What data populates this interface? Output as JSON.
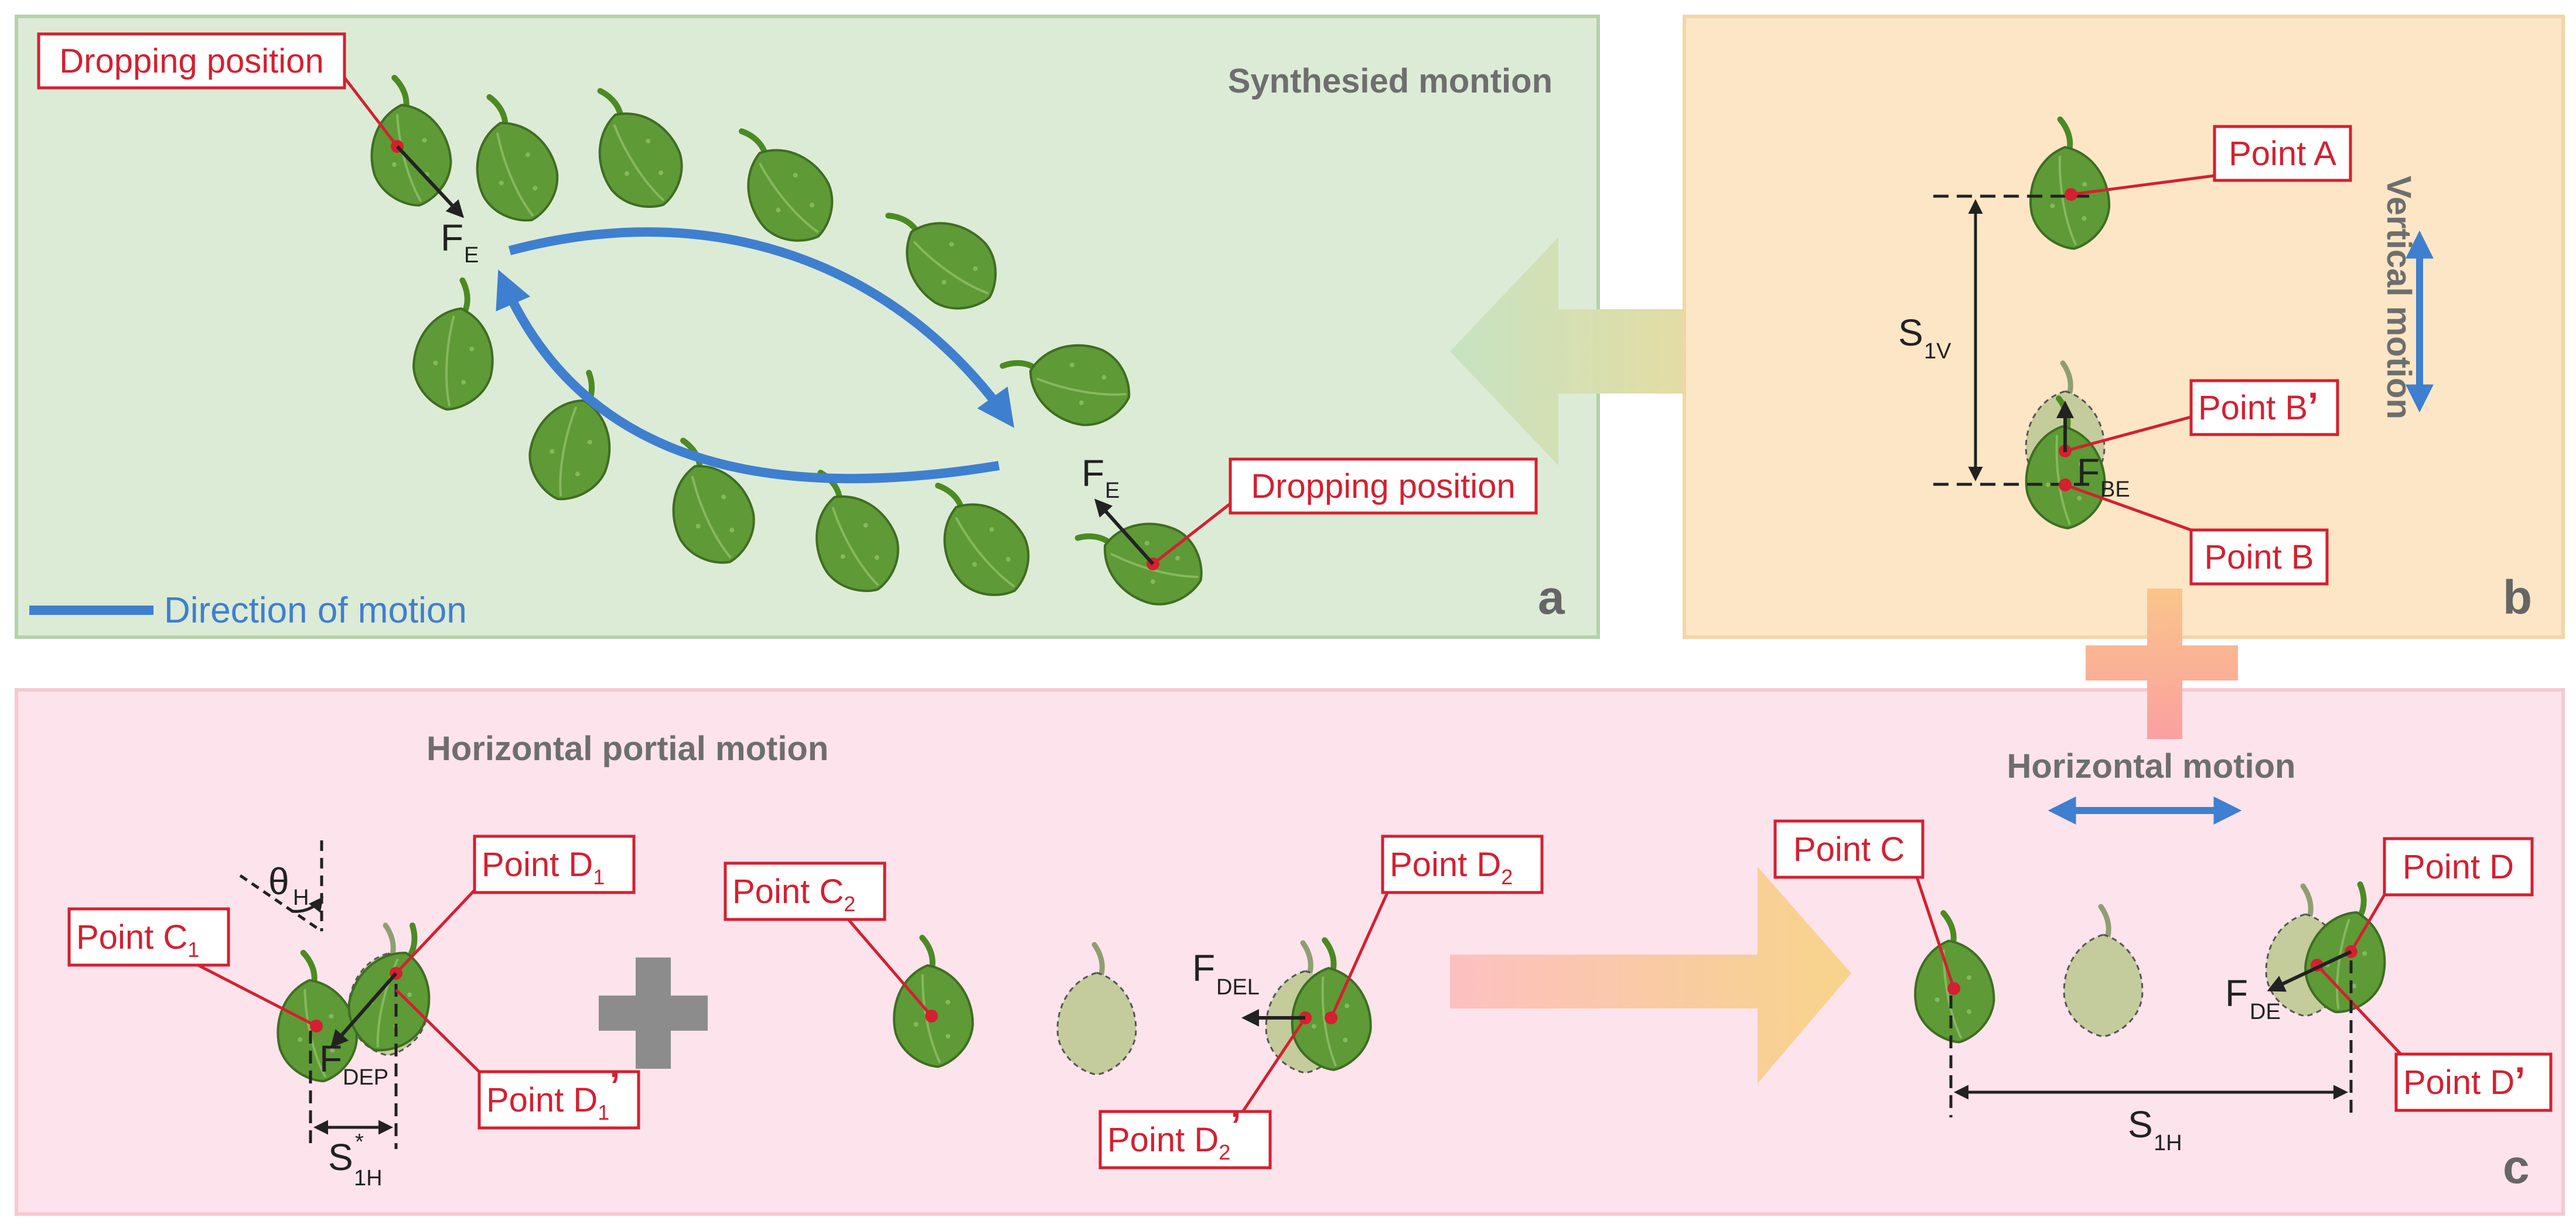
{
  "panels": {
    "a": {
      "letter": "a",
      "title": "Synthesied montion",
      "legend": "Direction of motion",
      "label_drop_top": "Dropping position",
      "label_drop_right": "Dropping position",
      "force_symbol": "F",
      "force_sub": "E"
    },
    "b": {
      "letter": "b",
      "title": "Vertical motion",
      "point_a": "Point A",
      "point_b_prime": "Point B",
      "prime": "’",
      "point_b": "Point B",
      "s_symbol": "S",
      "s_sub": "1V",
      "force_symbol": "F",
      "force_sub": "BE"
    },
    "c": {
      "letter": "c",
      "title_left": "Horizontal portial motion",
      "title_right": "Horizontal motion",
      "point_c1": "Point C",
      "point_c1_sub": "1",
      "point_d1": "Point D",
      "point_d1_sub": "1",
      "point_d1p": "Point D",
      "point_d1p_sub": "1",
      "point_c2": "Point C",
      "point_c2_sub": "2",
      "point_d2": "Point D",
      "point_d2_sub": "2",
      "point_d2p": "Point D",
      "point_d2p_sub": "2",
      "point_c": "Point C",
      "point_d": "Point D",
      "point_dp": "Point D",
      "prime": "’",
      "theta": "θ",
      "theta_sub": "H",
      "f_dep": "F",
      "f_dep_sub": "DEP",
      "f_del": "F",
      "f_del_sub": "DEL",
      "f_de": "F",
      "f_de_sub": "DE",
      "s_star": "S",
      "s_star_sup": "*",
      "s_star_sub": "1H",
      "s_h": "S",
      "s_h_sub": "1H"
    }
  },
  "colors": {
    "panel_a_bg": "#dcebd6",
    "panel_b_bg": "#fde6c6",
    "panel_c_bg": "#fde3ec",
    "label_red": "#d42030",
    "motion_blue": "#3f7fcf",
    "leaf_green": "#5e9a36",
    "ghost_green": "#c4cc9c"
  }
}
